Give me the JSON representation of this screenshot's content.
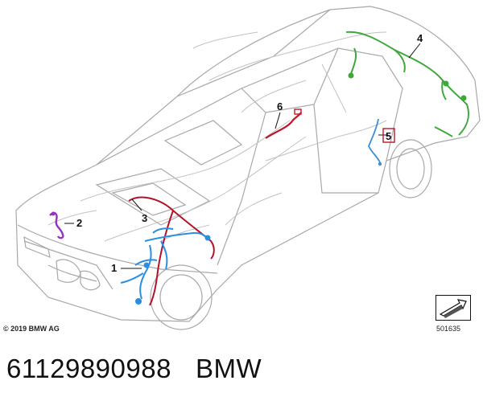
{
  "diagram": {
    "callouts": [
      "1",
      "2",
      "3",
      "4",
      "5",
      "6"
    ],
    "copyright": "© 2019 BMW AG",
    "diagram_id": "501635",
    "colors": {
      "harness_1": "#2a8fe0",
      "harness_2": "#9a2fc4",
      "harness_3": "#b3122a",
      "harness_4": "#3ea83a",
      "harness_5": "#3a8fd8",
      "harness_6": "#c0152b",
      "outline": "#9a9a9a"
    }
  },
  "footer": {
    "part_number": "61129890988",
    "brand": "BMW"
  }
}
